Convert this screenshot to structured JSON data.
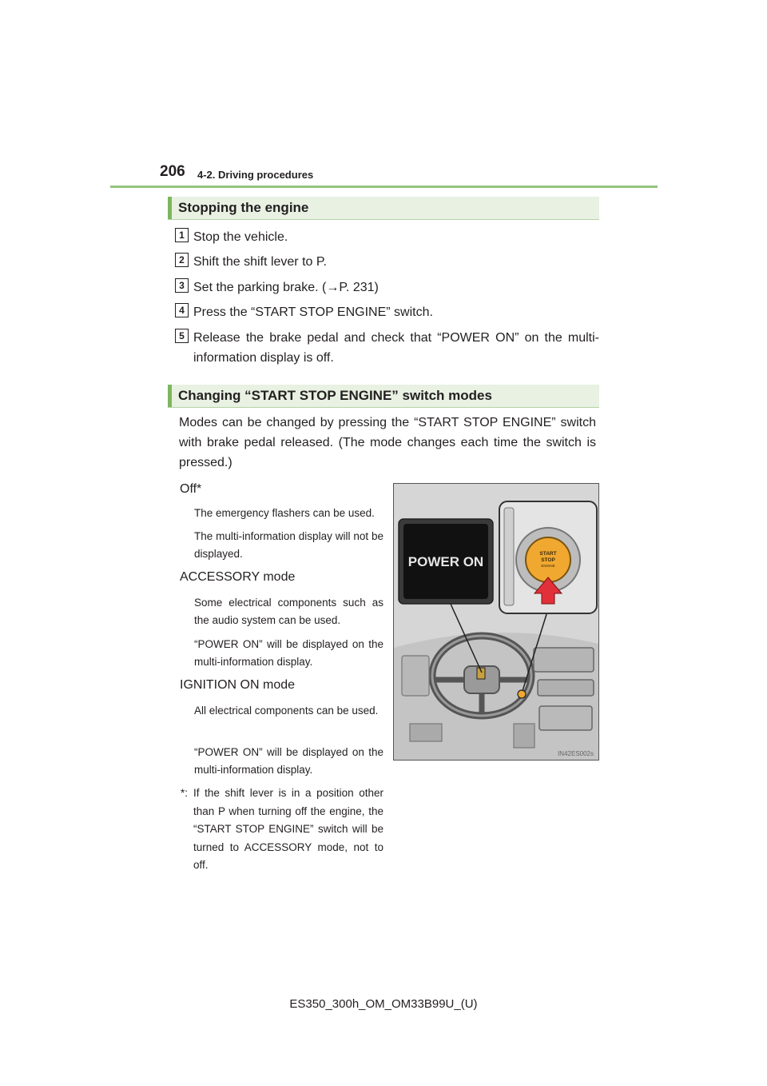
{
  "header": {
    "page_number": "206",
    "section": "4-2. Driving procedures"
  },
  "stopping": {
    "heading": "Stopping the engine",
    "steps": [
      {
        "num": "1",
        "text": "Stop the vehicle."
      },
      {
        "num": "2",
        "text": "Shift the shift lever to P."
      },
      {
        "num": "3",
        "text": "Set the parking brake. (→P. 231)"
      },
      {
        "num": "4",
        "text": "Press the “START STOP ENGINE” switch."
      },
      {
        "num": "5",
        "text": "Release the brake pedal and check that “POWER ON” on the multi-information display is off."
      }
    ]
  },
  "changing": {
    "heading": "Changing “START STOP ENGINE” switch modes",
    "intro": "Modes can be changed by pressing the “START STOP ENGINE” switch with brake pedal released. (The mode changes each time the switch is pressed.)",
    "modes": [
      {
        "title": "Off*",
        "notes": [
          "The emergency flashers can be used.",
          "The multi-information display will not be displayed."
        ]
      },
      {
        "title": "ACCESSORY mode",
        "notes": [
          "Some electrical components such as the audio system can be used.",
          "“POWER ON” will be displayed on the multi-information display."
        ]
      },
      {
        "title": "IGNITION ON mode",
        "notes": [
          "All electrical components can be used.",
          "“POWER ON” will be displayed on the multi-information display."
        ]
      }
    ],
    "footnote_mark": "*:",
    "footnote": "If the shift lever is in a position other than P when turning off the engine, the “START STOP ENGINE” switch will be turned to ACCESSORY mode, not to off."
  },
  "figure": {
    "display_text": "POWER ON",
    "button_text_1": "START",
    "button_text_2": "STOP",
    "button_text_3": "ENGINE",
    "image_code": "IN42ES002s",
    "arrow_color": "#e2303a",
    "button_color": "#f0a830"
  },
  "footer": {
    "code": "ES350_300h_OM_OM33B99U_(U)"
  }
}
